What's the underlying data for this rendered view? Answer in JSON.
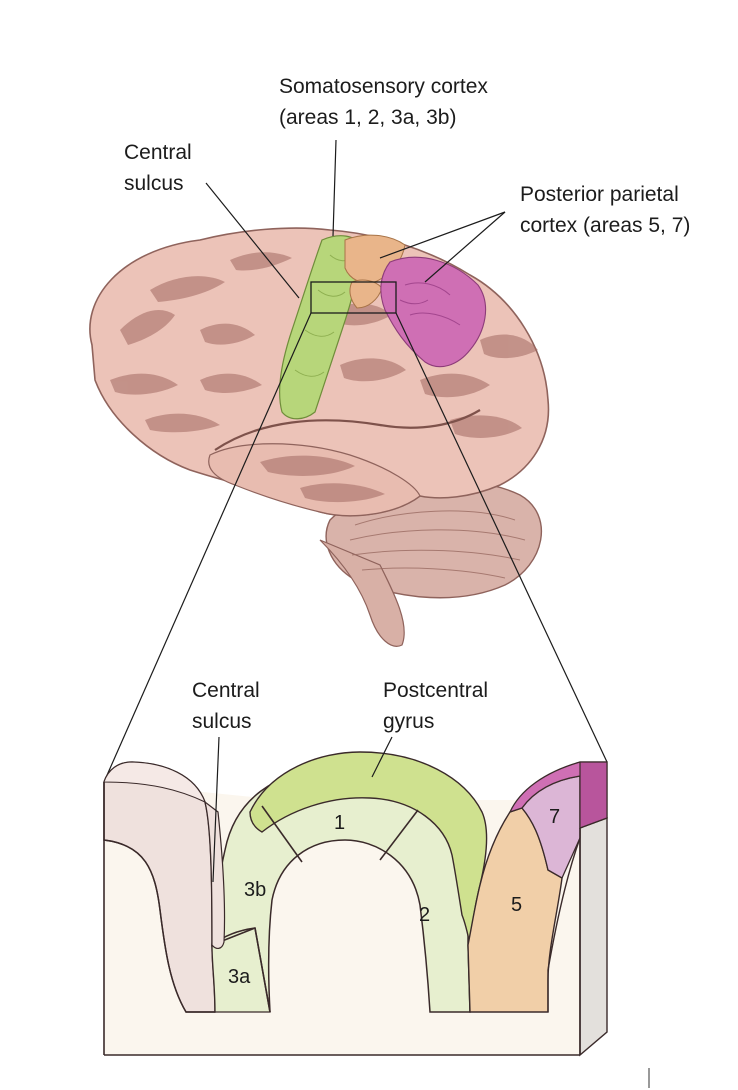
{
  "labels": {
    "somatosensory_line1": "Somatosensory cortex",
    "somatosensory_line2": "(areas 1, 2, 3a, 3b)",
    "central_sulcus_top_line1": "Central",
    "central_sulcus_top_line2": "sulcus",
    "posterior_parietal_line1": "Posterior parietal",
    "posterior_parietal_line2": "cortex (areas 5, 7)",
    "central_sulcus_bottom_line1": "Central",
    "central_sulcus_bottom_line2": "sulcus",
    "postcentral_line1": "Postcentral",
    "postcentral_line2": "gyrus"
  },
  "areas": {
    "a1": "1",
    "a2": "2",
    "a3a": "3a",
    "a3b": "3b",
    "a5": "5",
    "a7": "7"
  },
  "colors": {
    "brain": "#ecc3b8",
    "somatosensory": "#b7d67a",
    "area5_orange": "#e9b58a",
    "area7_magenta": "#cf6fb4",
    "block_face": "#fbf6ee",
    "precentral_tissue": "#efe1dd",
    "area3_light": "#e7efcf",
    "area5_tissue": "#f1cfa8",
    "area7_tissue": "#dcb6d6"
  }
}
